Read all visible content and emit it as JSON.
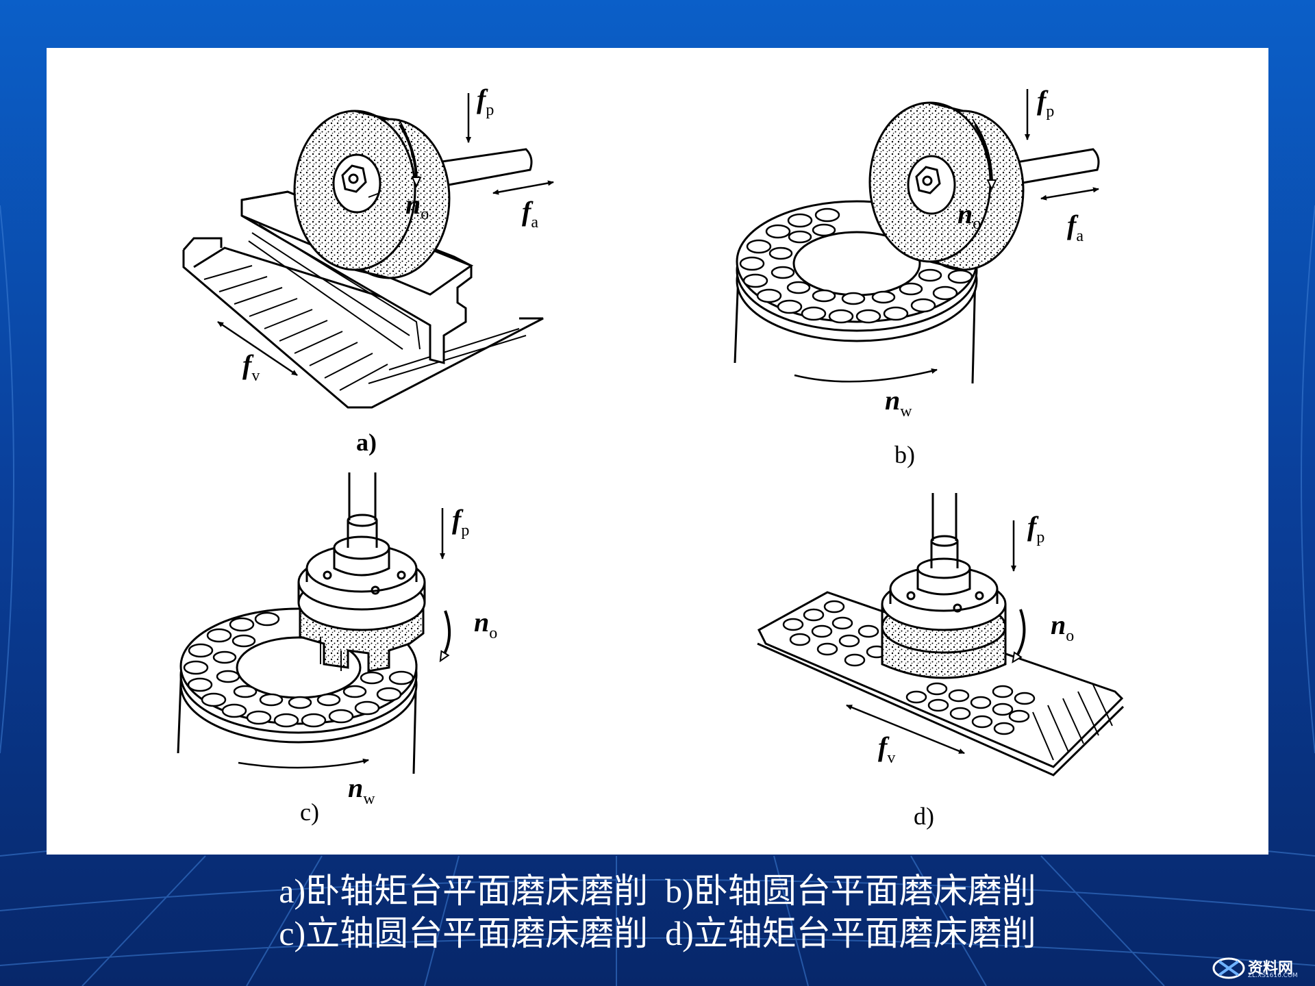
{
  "colors": {
    "background": "#0a3a8a",
    "panel": "#ffffff",
    "caption_text": "#ffffff"
  },
  "figure": {
    "panel_a": {
      "label": "a)",
      "symbols": {
        "fp": {
          "main": "f",
          "sub": "p"
        },
        "fa": {
          "main": "f",
          "sub": "a"
        },
        "no": {
          "main": "n",
          "sub": "o"
        },
        "fv": {
          "main": "f",
          "sub": "v"
        }
      }
    },
    "panel_b": {
      "label": "b)",
      "symbols": {
        "fp": {
          "main": "f",
          "sub": "p"
        },
        "fa": {
          "main": "f",
          "sub": "a"
        },
        "no": {
          "main": "n",
          "sub": "o"
        },
        "nw": {
          "main": "n",
          "sub": "w"
        }
      }
    },
    "panel_c": {
      "label": "c)",
      "symbols": {
        "fp": {
          "main": "f",
          "sub": "p"
        },
        "no": {
          "main": "n",
          "sub": "o"
        },
        "nw": {
          "main": "n",
          "sub": "w"
        }
      }
    },
    "panel_d": {
      "label": "d)",
      "symbols": {
        "fp": {
          "main": "f",
          "sub": "p"
        },
        "no": {
          "main": "n",
          "sub": "o"
        },
        "fv": {
          "main": "f",
          "sub": "v"
        }
      }
    }
  },
  "caption": {
    "line1": "a)卧轴矩台平面磨床磨削  b)卧轴圆台平面磨床磨削",
    "line2": "c)立轴圆台平面磨床磨削  d)立轴矩台平面磨床磨削"
  },
  "watermark": {
    "icon": "xs-logo-icon",
    "text": "资料网",
    "sub": "ZL.XS1616.COM"
  }
}
